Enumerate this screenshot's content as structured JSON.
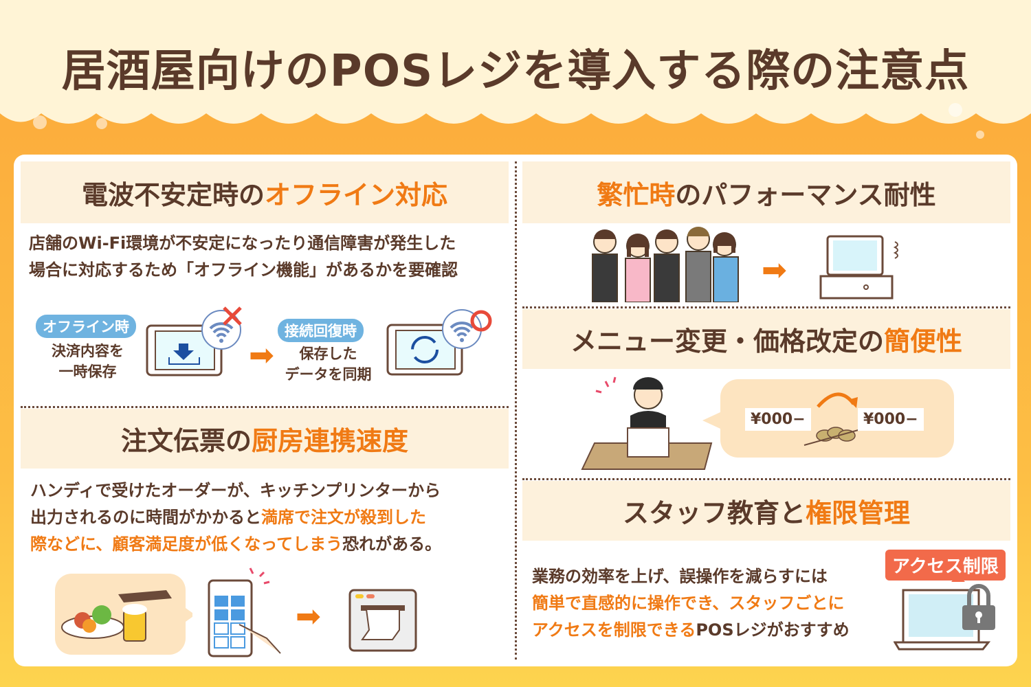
{
  "title": "居酒屋向けのPOSレジを導入する際の注意点",
  "sections": {
    "offline": {
      "heading_a": "電波不安定時の",
      "heading_b": "オフライン対応",
      "line1": "店舗のWi-Fi環境が不安定になったり通信障害が発生した",
      "line2": "場合に対応するため「オフライン機能」があるかを要確認",
      "pill1": "オフライン時",
      "cap1a": "決済内容を",
      "cap1b": "一時保存",
      "pill2": "接続回復時",
      "cap2a": "保存した",
      "cap2b": "データを同期"
    },
    "kitchen": {
      "heading_a": "注文伝票の",
      "heading_b": "厨房連携速度",
      "line1": "ハンディで受けたオーダーが、キッチンプリンターから",
      "line2a": "出力されるのに時間がかかると",
      "line2b": "満席で注文が殺到した",
      "line3a": "際などに、顧客満足度が低くなってしまう",
      "line3b": "恐れがある。"
    },
    "performance": {
      "heading_a": "繁忙時",
      "heading_b": "のパフォーマンス耐性"
    },
    "menu": {
      "heading_a": "メニュー変更・価格改定の",
      "heading_b": "簡便性",
      "price1": "¥000−",
      "price2": "¥000−"
    },
    "staff": {
      "heading_a": "スタッフ教育と",
      "heading_b": "権限管理",
      "line1": "業務の効率を上げ、誤操作を減らすには",
      "line2": "簡単で直感的に操作でき、スタッフごとに",
      "line3a": "アクセスを制限できる",
      "line3b": "POSレジがおすすめ",
      "badge": "アクセス制限"
    }
  },
  "colors": {
    "accent": "#f07a14",
    "text": "#5a3a2a",
    "header_bg": "#fdf1dc",
    "pill": "#6fb3e0"
  }
}
